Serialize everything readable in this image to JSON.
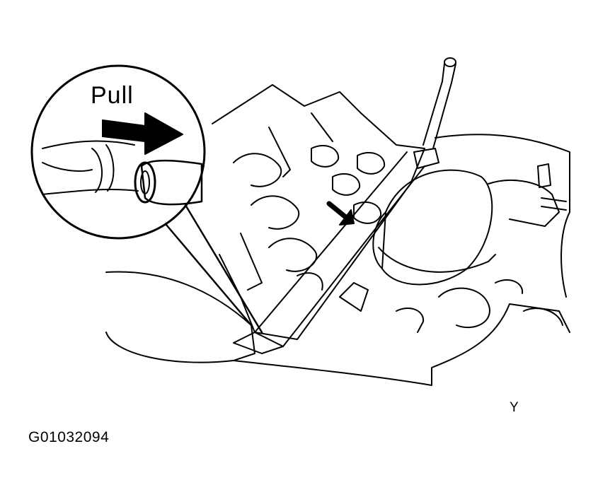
{
  "diagram": {
    "callout_label": "Pull",
    "corner_mark": "Y",
    "figure_id": "G01032094",
    "callout_arrow_icon": "right-arrow-icon",
    "removal_arrow_icon": "down-right-arrow-icon",
    "line_color": "#000000",
    "background_color": "#ffffff"
  }
}
